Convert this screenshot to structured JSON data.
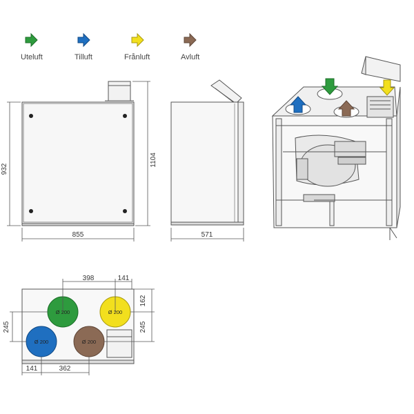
{
  "legend": [
    {
      "label": "Uteluft",
      "color": "#2e9b3e"
    },
    {
      "label": "Tilluft",
      "color": "#1f6fc0"
    },
    {
      "label": "Frånluft",
      "color": "#f2df1e"
    },
    {
      "label": "Avluft",
      "color": "#8b6a55"
    }
  ],
  "dimensions": {
    "front_width": "855",
    "front_height": "932",
    "total_height": "1104",
    "side_depth": "571",
    "top_398": "398",
    "top_141": "141",
    "top_162": "162",
    "left_245": "245",
    "right_245": "245",
    "bottom_141": "141",
    "bottom_362": "362"
  },
  "ports": [
    {
      "label": "Ø 200",
      "color": "#2e9b3e"
    },
    {
      "label": "Ø 200",
      "color": "#f2df1e"
    },
    {
      "label": "Ø 200",
      "color": "#1f6fc0"
    },
    {
      "label": "Ø 200",
      "color": "#8b6a55"
    }
  ],
  "colors": {
    "line": "#555555",
    "fill_light": "#f4f4f4",
    "fill_panel": "#e9e9e9"
  }
}
